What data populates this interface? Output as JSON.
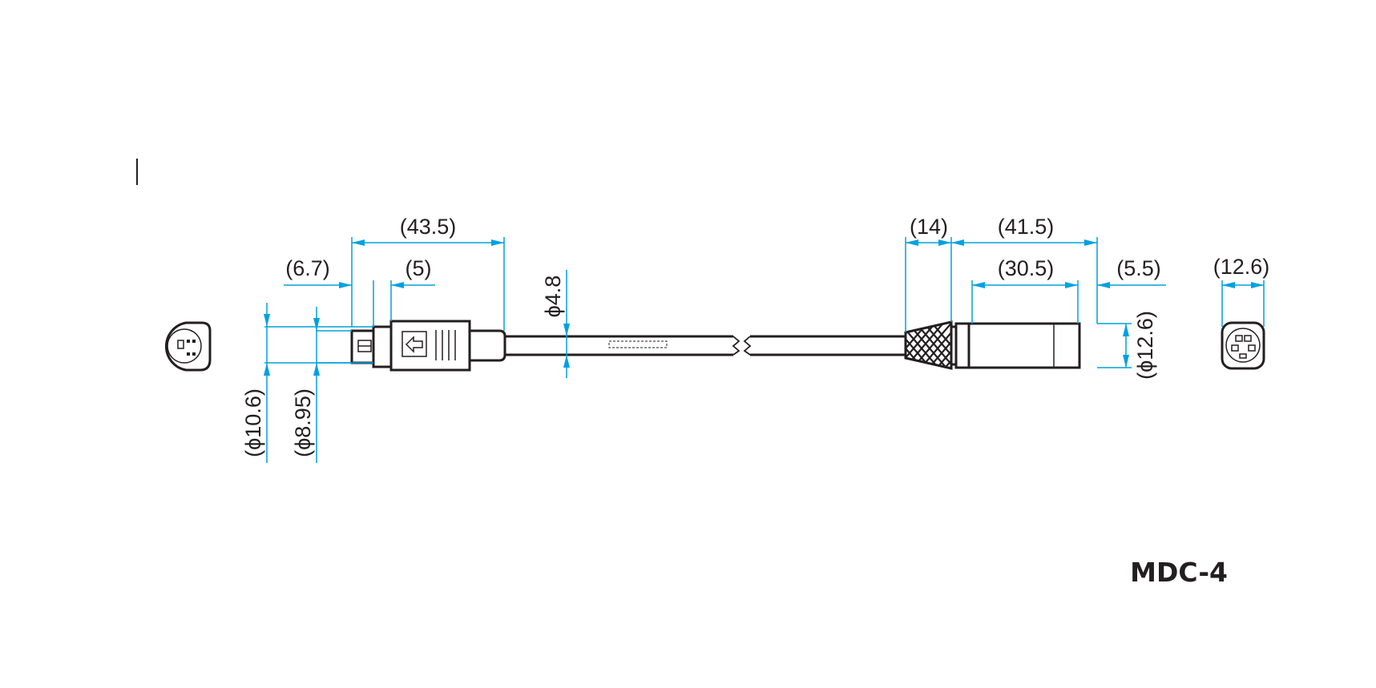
{
  "title": "MDC-4",
  "dimensions": {
    "male_overall": "(43.5)",
    "male_tip": "(6.7)",
    "male_step": "(5)",
    "cable_dia": "ϕ4.8",
    "male_dia_outer": "(ϕ10.6)",
    "male_dia_inner": "(ϕ8.95)",
    "female_strain": "(14)",
    "female_overall": "(41.5)",
    "female_body": "(30.5)",
    "female_cap": "(5.5)",
    "female_dia": "(ϕ12.6)",
    "female_face_width": "(12.6)"
  },
  "colors": {
    "dimension": "#00a0e0",
    "outline": "#231f20"
  },
  "icons": [
    "arrow-left-icon"
  ]
}
